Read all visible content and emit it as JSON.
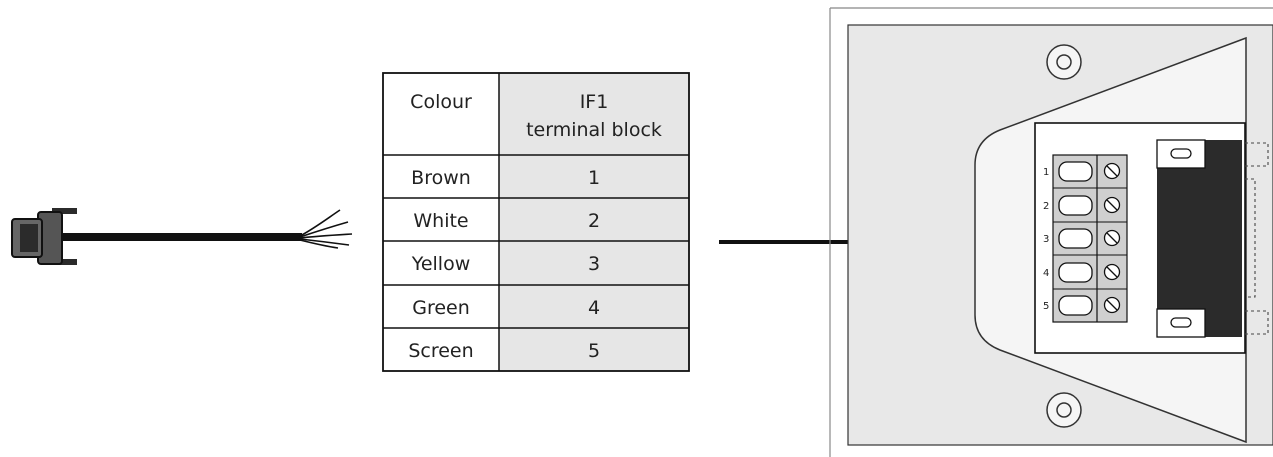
{
  "table": {
    "header": {
      "colour": "Colour",
      "terminal_line1": "IF1",
      "terminal_line2": "terminal block"
    },
    "rows": [
      {
        "colour": "Brown",
        "terminal": "1"
      },
      {
        "colour": "White",
        "terminal": "2"
      },
      {
        "colour": "Yellow",
        "terminal": "3"
      },
      {
        "colour": "Green",
        "terminal": "4"
      },
      {
        "colour": "Screen",
        "terminal": "5"
      }
    ]
  },
  "terminal_block": {
    "pin_labels": [
      "1",
      "2",
      "3",
      "4",
      "5"
    ]
  },
  "colors": {
    "line": "#111111",
    "table_shade": "#e6e6e6",
    "panel_fill": "#e8e8e8",
    "panel_inner": "#f5f5f5",
    "connector_black": "#2b2b2b",
    "terminal_grey": "#cfcfcf"
  }
}
